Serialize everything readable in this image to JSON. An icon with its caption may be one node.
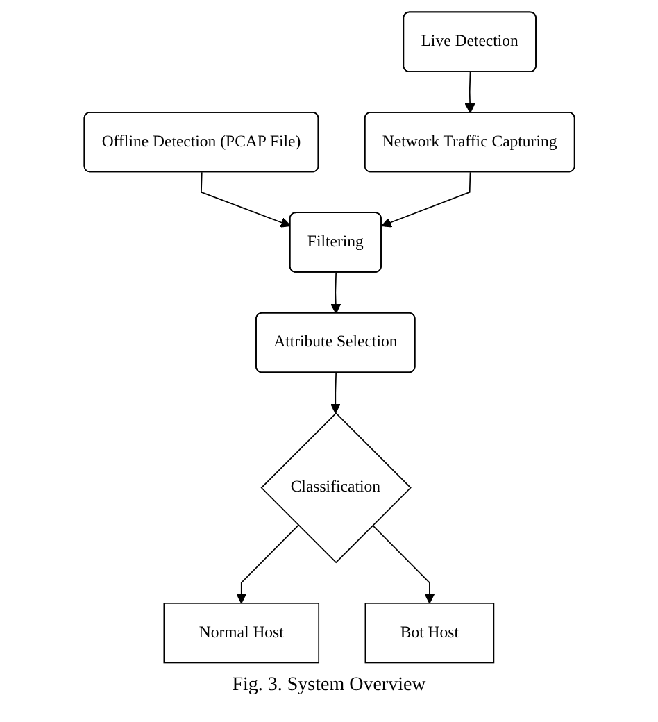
{
  "diagram": {
    "caption": "Fig. 3.  System Overview",
    "nodes": [
      {
        "text": [
          "Offline Detection (PCAP File)"
        ]
      },
      {
        "text": [
          "Live Detection"
        ]
      },
      {
        "text": [
          "Network Traffic Capturing"
        ]
      },
      {
        "text": [
          "Filtering"
        ]
      },
      {
        "text": [
          "Attribute Selection"
        ]
      },
      {
        "text": [
          "Classification"
        ]
      },
      {
        "text": [
          "Normal Host"
        ]
      },
      {
        "text": [
          "Bot Host"
        ]
      }
    ],
    "edges": [
      {
        "from": 1,
        "to": 2,
        "arrow": "to"
      },
      {
        "from": 0,
        "to": 3,
        "arrow": "to"
      },
      {
        "from": 2,
        "to": 3,
        "arrow": "to"
      },
      {
        "from": 3,
        "to": 4,
        "arrow": "to"
      },
      {
        "from": 4,
        "to": 5,
        "arrow": "to"
      },
      {
        "from": 5,
        "to": 6,
        "arrow": "to"
      },
      {
        "from": 5,
        "to": 7,
        "arrow": "to"
      }
    ]
  }
}
